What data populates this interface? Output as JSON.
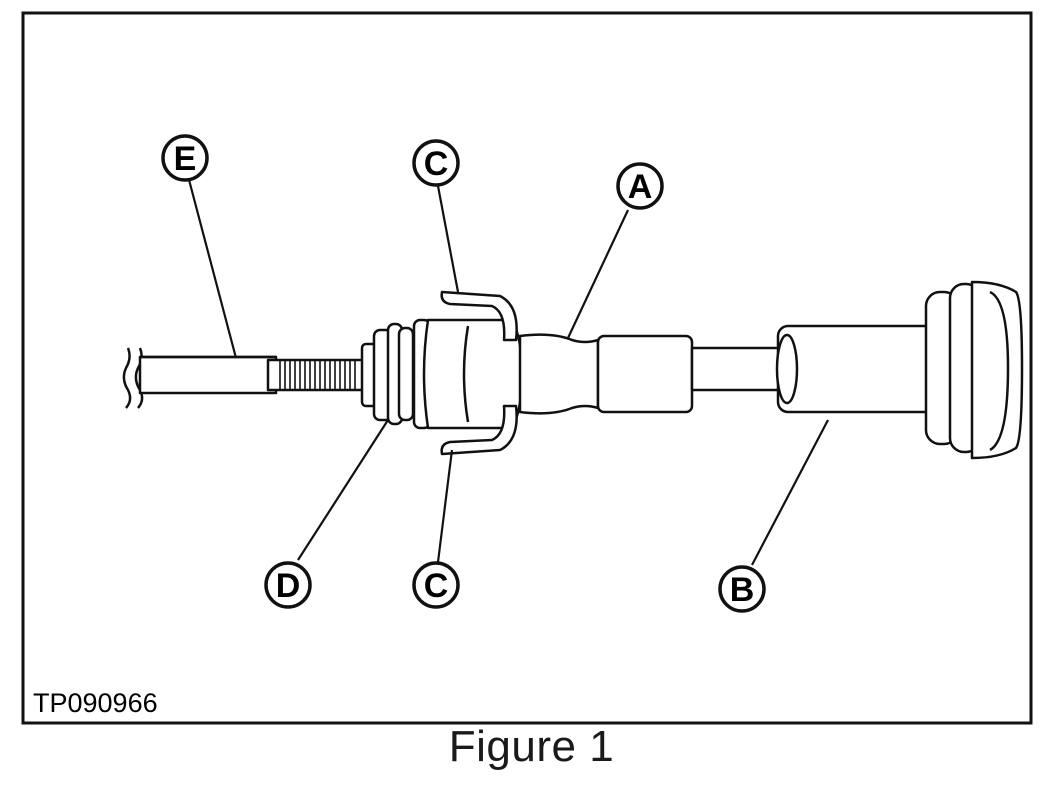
{
  "figure": {
    "id_text": "TP090966",
    "caption": "Figure 1"
  },
  "callouts": {
    "a": "A",
    "b": "B",
    "c_top": "C",
    "c_bottom": "C",
    "d": "D",
    "e": "E"
  }
}
